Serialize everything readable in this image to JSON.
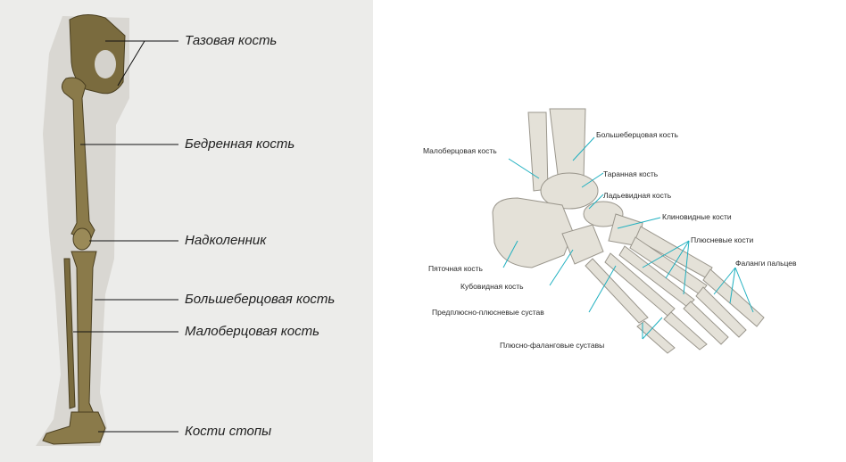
{
  "leg_diagram": {
    "labels": {
      "pelvis": "Тазовая кость",
      "femur": "Бедренная кость",
      "patella": "Надколенник",
      "tibia": "Большеберцовая кость",
      "fibula": "Малоберцовая кость",
      "foot": "Кости стопы"
    }
  },
  "foot_diagram": {
    "labels": {
      "fibula": "Малоберцовая кость",
      "tibia": "Большеберцовая кость",
      "talus": "Таранная кость",
      "navicular": "Ладьевидная кость",
      "cuneiform": "Клиновидные кости",
      "metatarsal": "Плюсневые кости",
      "phalanges": "Фаланги пальцев",
      "calcaneus": "Пяточная кость",
      "cuboid": "Кубовидная кость",
      "tarsometatarsal": "Предплюсно-плюсневые сустав",
      "metatarsophalangeal": "Плюсно-фаланговые суставы"
    }
  },
  "colors": {
    "bone": "#8a7a4a",
    "bone_dark": "#4a3f20",
    "bone_light": "#e4e1d8",
    "pointer_cyan": "#1fb0c0"
  }
}
